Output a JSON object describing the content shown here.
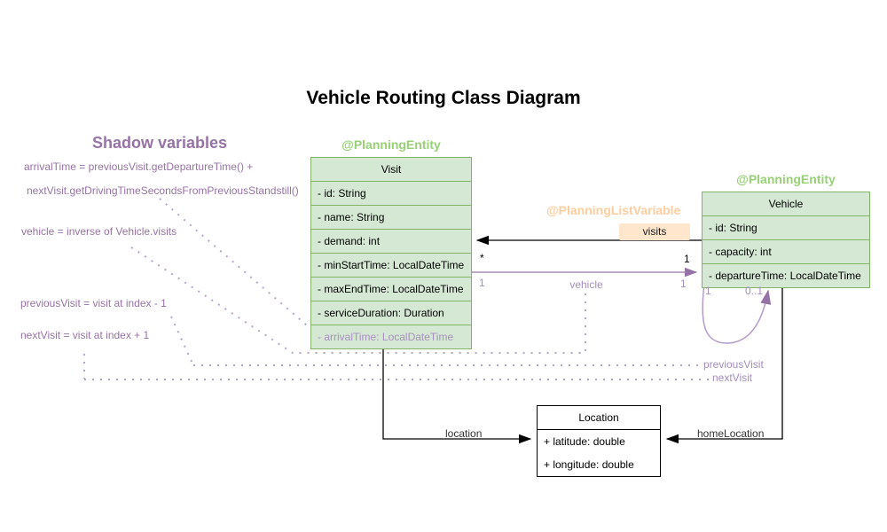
{
  "title": "Vehicle Routing Class Diagram",
  "colors": {
    "entity_fill": "#d5e8d4",
    "entity_border": "#82b366",
    "entity_stereotype_text": "#97d077",
    "shadow_text": "#9673a6",
    "shadow_light_text": "#a48fc0",
    "list_variable_text": "#ffcc9e",
    "visits_badge_fill": "#ffe6cc",
    "connector_black": "#000000",
    "connector_purple": "#9673a6"
  },
  "shadow_panel": {
    "heading": "Shadow variables",
    "lines": [
      "arrivalTime = previousVisit.getDepartureTime() +",
      "nextVisit.getDrivingTimeSecondsFromPreviousStandstill()",
      "vehicle = inverse of Vehicle.visits",
      "previousVisit = visit at index - 1",
      "nextVisit = visit at index + 1"
    ]
  },
  "visit_class": {
    "stereotype": "@PlanningEntity",
    "name": "Visit",
    "attributes": [
      "- id: String",
      "- name: String",
      "- demand: int",
      "- minStartTime: LocalDateTime",
      "- maxEndTime: LocalDateTime",
      "- serviceDuration: Duration"
    ],
    "shadow_attribute": "- arrivalTime: LocalDateTime"
  },
  "vehicle_class": {
    "stereotype": "@PlanningEntity",
    "name": "Vehicle",
    "attributes": [
      "- id: String",
      "- capacity: int",
      "- departureTime: LocalDateTime"
    ]
  },
  "location_class": {
    "name": "Location",
    "attributes": [
      "+ latitude: double",
      "+ longitude: double"
    ]
  },
  "associations": {
    "visits": {
      "stereotype": "@PlanningListVariable",
      "label": "visits",
      "mult_visit": "*",
      "mult_vehicle": "1"
    },
    "vehicle": {
      "label": "vehicle",
      "mult_visit": "1",
      "mult_vehicle": "1"
    },
    "loop": {
      "mult_source": "1",
      "mult_target": "0..1"
    },
    "location": {
      "label": "location"
    },
    "home_location": {
      "label": "homeLocation"
    },
    "previous_visit": {
      "label": "previousVisit"
    },
    "next_visit": {
      "label": "nextVisit"
    }
  }
}
